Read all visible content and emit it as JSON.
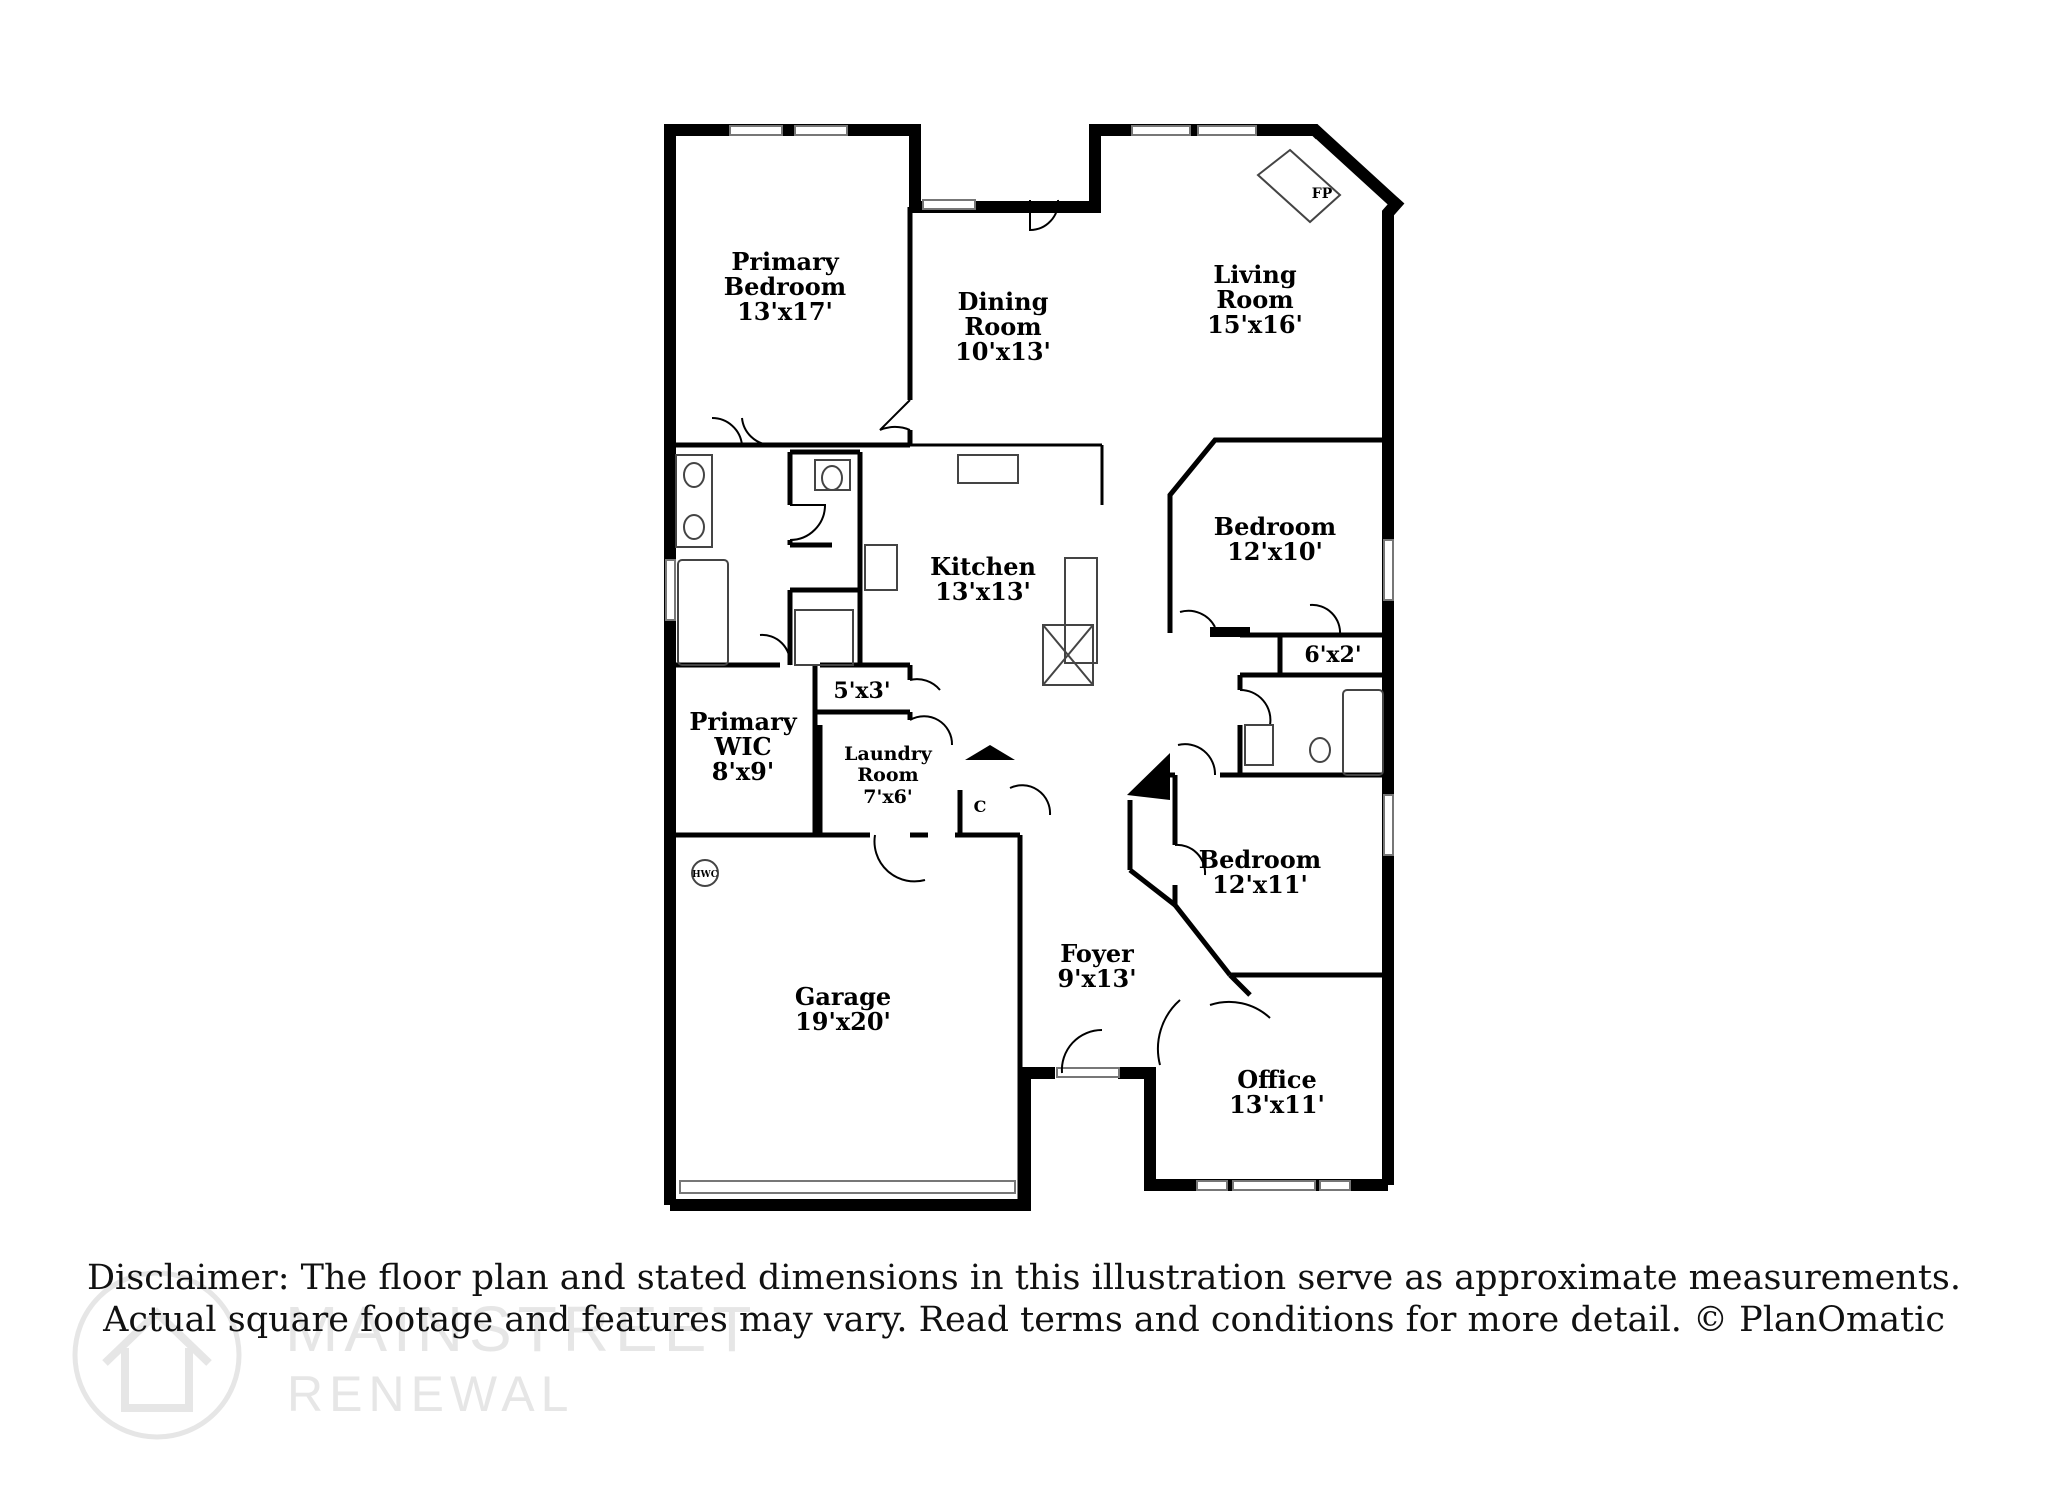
{
  "rooms": {
    "primary_bedroom": {
      "name": [
        "Primary",
        "Bedroom"
      ],
      "size": "13'x17'"
    },
    "dining_room": {
      "name": [
        "Dining",
        "Room"
      ],
      "size": "10'x13'"
    },
    "living_room": {
      "name": [
        "Living",
        "Room"
      ],
      "size": "15'x16'"
    },
    "kitchen": {
      "name": [
        "Kitchen"
      ],
      "size": "13'x13'"
    },
    "bedroom_2": {
      "name": [
        "Bedroom"
      ],
      "size": "12'x10'"
    },
    "closet_6x2": {
      "size": "6'x2'"
    },
    "closet_5x3": {
      "size": "5'x3'"
    },
    "primary_wic": {
      "name": [
        "Primary",
        "WIC"
      ],
      "size": "8'x9'"
    },
    "laundry_room": {
      "name": [
        "Laundry",
        "Room"
      ],
      "size": "7'x6'"
    },
    "bedroom_3": {
      "name": [
        "Bedroom"
      ],
      "size": "12'x11'"
    },
    "foyer": {
      "name": [
        "Foyer"
      ],
      "size": "9'x13'"
    },
    "garage": {
      "name": [
        "Garage"
      ],
      "size": "19'x20'"
    },
    "office": {
      "name": [
        "Office"
      ],
      "size": "13'x11'"
    }
  },
  "fixtures": {
    "fireplace": "FP",
    "water_heater": "HWC",
    "closet": "C"
  },
  "disclaimer": {
    "line1": "Disclaimer: The floor plan and stated dimensions in this illustration serve as approximate measurements.",
    "line2": "Actual square footage and features may vary. Read terms and conditions for more detail. © PlanOmatic"
  },
  "watermark": {
    "line1": "MAINSTREET",
    "line2": "RENEWAL"
  }
}
